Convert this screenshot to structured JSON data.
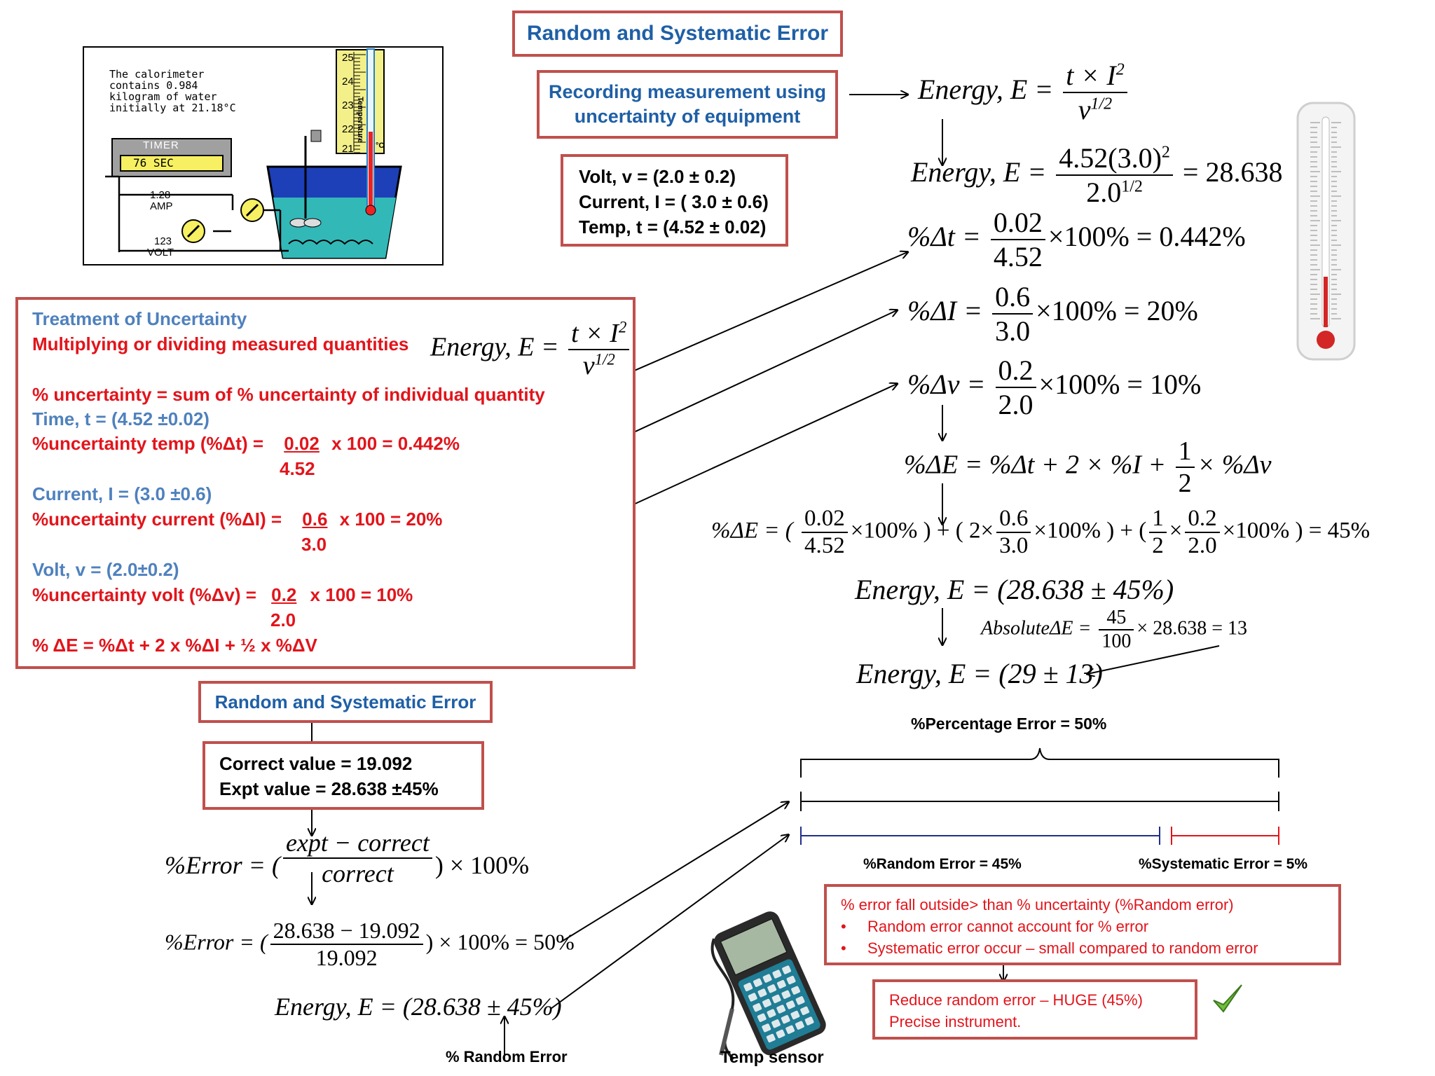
{
  "title_top": "Random and Systematic Error",
  "recording": {
    "line1": "Recording measurement using",
    "line2": "uncertainty of equipment"
  },
  "measurements": [
    "Volt, v = (2.0 ± 0.2)",
    "Current, I = ( 3.0 ± 0.6)",
    "Temp, t = (4.52 ± 0.02)"
  ],
  "apparatus": {
    "calorimeter_text": [
      "The calorimeter",
      "contains 0.984",
      "kilogram of water",
      "initially at 21.18°C"
    ],
    "timer_label": "TIMER",
    "timer_value": "76 SEC",
    "amp_value": "1.28",
    "amp_unit": "AMP",
    "volt_value": "123",
    "volt_unit": "VOLT",
    "scale_ticks": [
      "25",
      "24",
      "23",
      "22",
      "21"
    ],
    "scale_word": "Temperature",
    "scale_unit": "°C"
  },
  "treatment": {
    "title": "Treatment of Uncertainty",
    "rule": "Multiplying or dividing measured quantities",
    "sum_rule": "% uncertainty = sum of % uncertainty of individual quantity",
    "time": "Time, t = (4.52 ±0.02)",
    "temp_label": "%uncertainty temp (%Δt) =",
    "temp_num": "0.02",
    "temp_res": "x 100 = 0.442%",
    "temp_den": "4.52",
    "current": "Current, I = (3.0 ±0.6)",
    "cur_label": "%uncertainty current  (%ΔI) =",
    "cur_num": "0.6",
    "cur_res": "x 100 = 20%",
    "cur_den": "3.0",
    "volt": "Volt, v = (2.0±0.2)",
    "volt_label": "%uncertainty volt (%Δv) =",
    "volt_num": "0.2",
    "volt_res": "x  100 = 10%",
    "volt_den": "2.0",
    "final": "% ΔE = %Δt  +  2 x %ΔI  +  ½ x %ΔV"
  },
  "eq": {
    "energy": "Energy, E =",
    "t_num": "t × I",
    "sq": "2",
    "v_den": "v",
    "half": "1/2",
    "sub_num": "4.52(3.0)",
    "sub_den": "2.0",
    "res_2838": "= 28.638",
    "dt_lhs": "%Δt =",
    "dt_num": "0.02",
    "dt_den": "4.52",
    "dt_res": "×100% = 0.442%",
    "di_lhs": "%ΔI =",
    "di_num": "0.6",
    "di_den": "3.0",
    "di_res": "×100% = 20%",
    "dv_lhs": "%Δv =",
    "dv_num": "0.2",
    "dv_den": "2.0",
    "dv_res": "×100% = 10%",
    "de_lhs": "%ΔE = %Δt + 2 × %I +",
    "de_half_num": "1",
    "de_half_den": "2",
    "de_tail": "× %Δv",
    "de2_lhs": "%ΔE = (",
    "de2_a_num": "0.02",
    "de2_a_den": "4.52",
    "de2_a_tail": "×100%  ) + (  2×",
    "de2_b_num": "0.6",
    "de2_b_den": "3.0",
    "de2_b_tail": "×100%  ) + (",
    "de2_c_num": "1",
    "de2_c_den": "2",
    "de2_c_mid": "×",
    "de2_d_num": "0.2",
    "de2_d_den": "2.0",
    "de2_end": "×100%  ) = 45%",
    "e_pm": "Energy, E = (28.638 ± 45%)",
    "abs_lhs": "AbsoluteΔE =",
    "abs_num": "45",
    "abs_den": "100",
    "abs_res": "× 28.638 = 13",
    "e_final": "Energy, E = (29 ± 13)"
  },
  "lower": {
    "title": "Random and Systematic Error",
    "correct": "Correct value =  19.092",
    "expt": "Expt value       = 28.638 ±45%",
    "err_lhs": "%Error = (",
    "err_num": "expt − correct",
    "err_den": "correct",
    "err_tail": ") × 100%",
    "err2_lhs": "%Error = (",
    "err2_num": "28.638 − 19.092",
    "err2_den": "19.092",
    "err2_tail": ") × 100% = 50%",
    "energy": "Energy, E = (28.638 ± 45%)",
    "random_label": "% Random Error",
    "sensor_label": "Temp sensor"
  },
  "bars": {
    "percentage": "%Percentage Error = 50%",
    "random": "%Random Error = 45%",
    "systematic": "%Systematic Error = 5%"
  },
  "notes": {
    "line1": "% error fall outside> than % uncertainty (%Random error)",
    "bullet1": "Random error cannot account for % error",
    "bullet2": "Systematic error occur – small compared to random error"
  },
  "reduce": {
    "line1": "Reduce random error – HUGE (45%)",
    "line2": "Precise instrument."
  },
  "colors": {
    "box_border": "#c0504d",
    "heading_blue": "#1f5fa6",
    "text_red": "#e2141b",
    "random_bar": "#1f2e8c",
    "systematic_bar": "#e2141b"
  }
}
